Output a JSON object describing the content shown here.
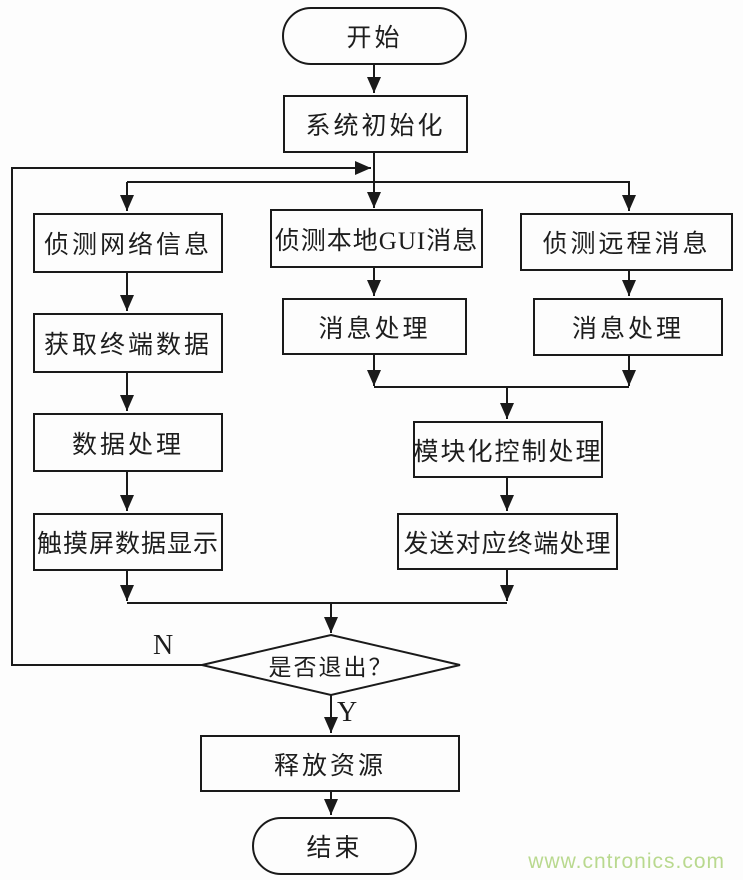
{
  "page": {
    "background_color": "#fdfdfd",
    "line_color": "#1a1a1a",
    "text_color": "#1d1d1d"
  },
  "nodes": {
    "start": "开始",
    "init": "系统初始化",
    "detect_network": "侦测网络信息",
    "get_terminal_data": "获取终端数据",
    "data_processing": "数据处理",
    "touchscreen_display": "触摸屏数据显示",
    "detect_local_gui": "侦测本地GUI消息",
    "msg_processing_local": "消息处理",
    "detect_remote": "侦测远程消息",
    "msg_processing_remote": "消息处理",
    "modular_control": "模块化控制处理",
    "send_terminal": "发送对应终端处理",
    "exit_decision": "是否退出？",
    "release_resources": "释放资源",
    "end": "结束"
  },
  "labels": {
    "no": "N",
    "yes": "Y"
  },
  "watermark": {
    "text": "www.cntronics.com",
    "color": "#b9d98f"
  }
}
